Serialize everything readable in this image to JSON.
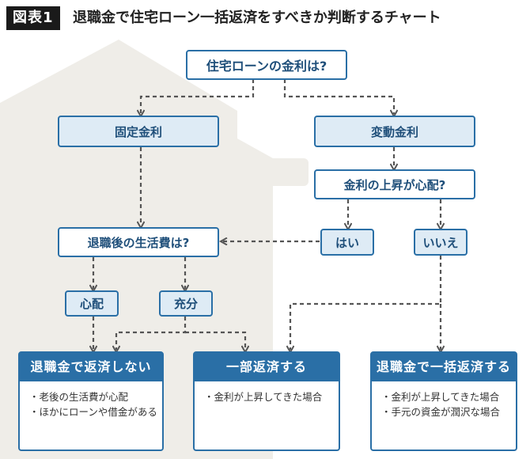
{
  "header": {
    "figure_label": "図表1",
    "title": "退職金で住宅ローン一括返済をすべきか判断するチャート"
  },
  "nodes": {
    "root": "住宅ローンの金利は?",
    "fixed_rate": "固定金利",
    "variable_rate": "変動金利",
    "worry_rate_rise": "金利の上昇が心配?",
    "yes": "はい",
    "no": "いいえ",
    "retirement_living": "退職後の生活費は?",
    "worried": "心配",
    "sufficient": "充分"
  },
  "results": [
    {
      "title": "退職金で返済しない",
      "bullets": [
        "老後の生活費が心配",
        "ほかにローンや借金がある"
      ]
    },
    {
      "title": "一部返済する",
      "bullets": [
        "金利が上昇してきた場合"
      ]
    },
    {
      "title": "退職金で一括返済する",
      "bullets": [
        "金利が上昇してきた場合",
        "手元の資金が潤沢な場合"
      ]
    }
  ],
  "colors": {
    "accent": "#2a6fa6",
    "node_fill": "#deebf5",
    "connector": "#555555",
    "house": "#efefef"
  }
}
